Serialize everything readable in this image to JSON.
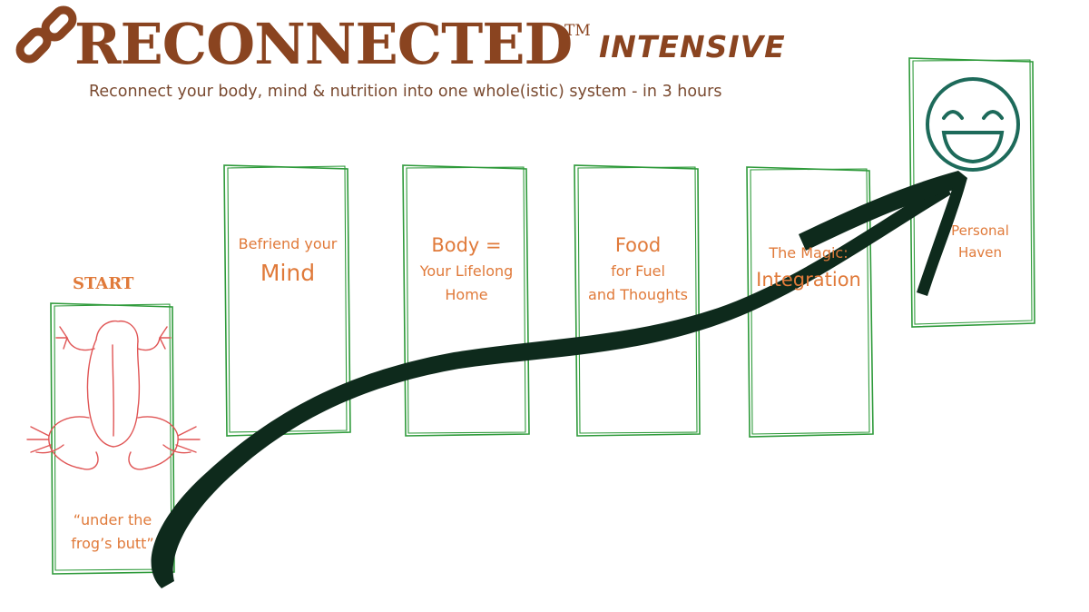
{
  "header": {
    "brand": "RECONNECTED",
    "trademark": "TM",
    "suffix": "INTENSIVE",
    "tagline": "Reconnect your body, mind & nutrition into one whole(istic) system - in 3 hours"
  },
  "start": {
    "label": "START",
    "caption_line1": "“under the",
    "caption_line2": "frog’s butt”"
  },
  "steps": [
    {
      "line1": "Befriend your",
      "line2": "Mind"
    },
    {
      "line1": "Body =",
      "line2": "Your Lifelong",
      "line3": "Home"
    },
    {
      "line1": "Food",
      "line2": "for Fuel",
      "line3": "and Thoughts"
    },
    {
      "line1": "The Magic:",
      "line2": "Integration"
    }
  ],
  "goal": {
    "line1": "Personal",
    "line2": "Haven"
  },
  "colors": {
    "brand": "#8a4420",
    "accent": "#e07a3a",
    "box_outline": "#2e9a3a",
    "arrow": "#0e2a1c",
    "frog": "#e05555",
    "smiley": "#1d6a5a"
  },
  "icons": [
    "chain-link-icon",
    "frog-icon",
    "smiley-icon",
    "arrow-icon"
  ]
}
